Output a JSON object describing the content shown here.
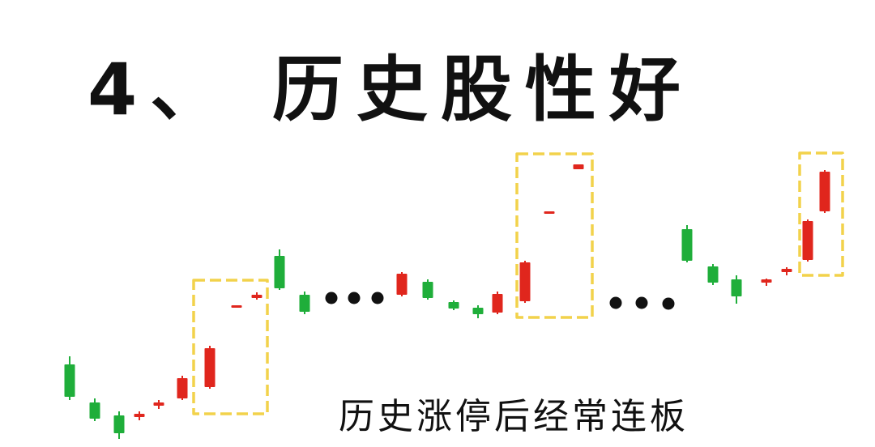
{
  "title": "4、 历史股性好",
  "caption": "历史涨停后经常连板",
  "colors": {
    "up": "#e0261d",
    "down": "#1fae3a",
    "highlight_box": "#f2d24b",
    "dots": "#111111"
  },
  "chart_data": {
    "type": "candlestick",
    "candles": [
      {
        "dir": "down",
        "size": "long"
      },
      {
        "dir": "down",
        "size": "short"
      },
      {
        "dir": "down",
        "size": "short"
      },
      {
        "dir": "up",
        "size": "tiny"
      },
      {
        "dir": "up",
        "size": "tiny"
      },
      {
        "dir": "up",
        "size": "short"
      },
      {
        "dir": "up",
        "size": "long",
        "highlighted": true
      },
      {
        "dir": "up",
        "size": "tiny",
        "highlighted": true
      },
      {
        "dir": "up",
        "size": "tiny",
        "highlighted": true
      },
      {
        "dir": "down",
        "size": "long"
      },
      {
        "dir": "down",
        "size": "short"
      },
      {
        "dir": "up",
        "size": "short"
      },
      {
        "dir": "down",
        "size": "short"
      },
      {
        "dir": "down",
        "size": "tiny"
      },
      {
        "dir": "down",
        "size": "tiny"
      },
      {
        "dir": "up",
        "size": "short"
      },
      {
        "dir": "up",
        "size": "long",
        "highlighted": true
      },
      {
        "dir": "up",
        "size": "tiny",
        "highlighted": true
      },
      {
        "dir": "up",
        "size": "tiny",
        "highlighted": true
      },
      {
        "dir": "down",
        "size": "long"
      },
      {
        "dir": "down",
        "size": "short"
      },
      {
        "dir": "down",
        "size": "short"
      },
      {
        "dir": "up",
        "size": "tiny"
      },
      {
        "dir": "up",
        "size": "tiny"
      },
      {
        "dir": "up",
        "size": "long",
        "highlighted": true
      },
      {
        "dir": "up",
        "size": "long",
        "highlighted": true
      }
    ],
    "highlight_groups": 3,
    "ellipses": 2
  }
}
